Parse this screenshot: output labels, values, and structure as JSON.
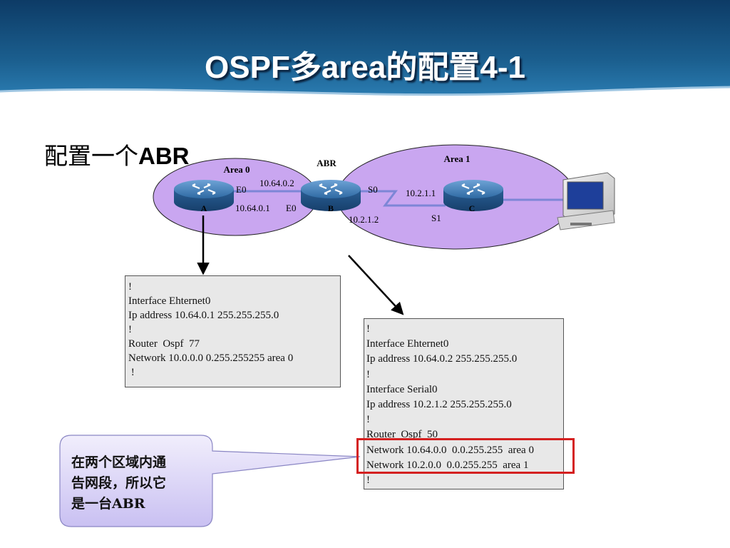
{
  "slide": {
    "title": "OSPF多area的配置4-1",
    "subtitle_prefix": "配置一个",
    "subtitle_suffix": "ABR"
  },
  "diagram": {
    "area0_label": "Area 0",
    "area1_label": "Area 1",
    "abr_label": "ABR",
    "routers": [
      {
        "name": "A"
      },
      {
        "name": "B"
      },
      {
        "name": "C"
      }
    ],
    "link_labels": {
      "ab_top_ip": "10.64.0.2",
      "a_iface": "E0",
      "a_ip": "10.64.0.1",
      "b_e0": "E0",
      "b_s0": "S0",
      "b_serial_ip": "10.2.1.2",
      "c_serial_ip": "10.2.1.1",
      "c_s1": "S1"
    }
  },
  "config_a": {
    "lines": [
      "!",
      "Interface Ehternet0",
      "Ip address 10.64.0.1 255.255.255.0",
      "!",
      "Router  Ospf  77",
      "Network 10.0.0.0 0.255.255255 area 0",
      " !"
    ]
  },
  "config_b": {
    "lines": [
      "!",
      "Interface Ehternet0",
      "Ip address 10.64.0.2 255.255.255.0",
      "!",
      "Interface Serial0",
      "Ip address 10.2.1.2 255.255.255.0",
      "!",
      "Router  Ospf  50",
      "Network 10.64.0.0  0.0.255.255  area 0",
      "Network 10.2.0.0  0.0.255.255  area 1",
      "!"
    ]
  },
  "callout": {
    "line1": "在两个区域内通",
    "line2": "告网段，所以它",
    "line3": "是一台ABR"
  },
  "colors": {
    "area_fill": "#c9a6f0",
    "router_body": "#2c6aa6",
    "highlight": "#d42020",
    "callout_fill": "#d8d2f7"
  }
}
